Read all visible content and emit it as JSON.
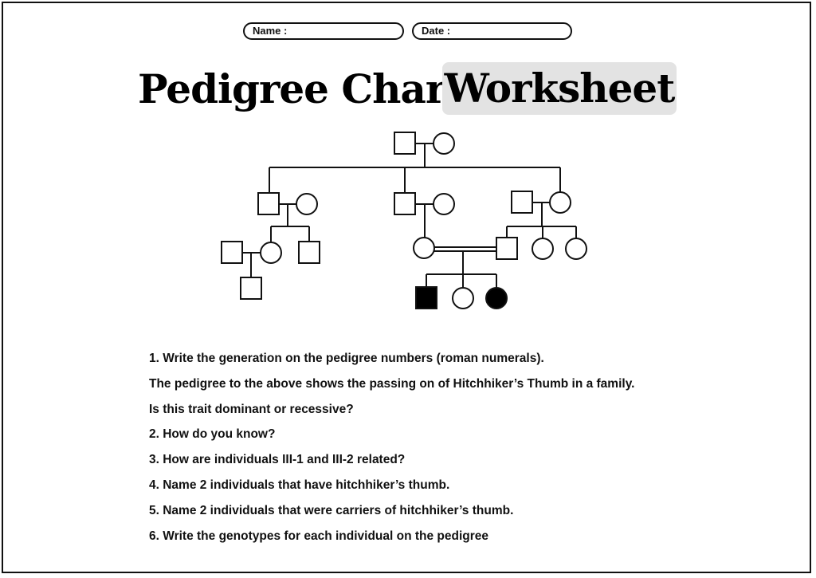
{
  "form": {
    "name_label": "Name :",
    "date_label": "Date :"
  },
  "title": {
    "part1": "Pedigree Chart",
    "part2": "Worksheet"
  },
  "pedigree": {
    "affected_fill": "#000000",
    "unaffected_fill": "#ffffff",
    "line_color": "#111111"
  },
  "questions": [
    "1. Write the generation on the pedigree numbers (roman numerals).",
    "The pedigree to the above shows the passing on of Hitchhiker’s Thumb in a family.",
    "Is this trait dominant or recessive?",
    "2. How do you know?",
    "3. How are individuals III-1 and III-2 related?",
    "4. Name 2 individuals that have hitchhiker’s thumb.",
    "5. Name 2 individuals that were carriers of hitchhiker’s thumb.",
    "6. Write the genotypes for each individual on the pedigree"
  ]
}
